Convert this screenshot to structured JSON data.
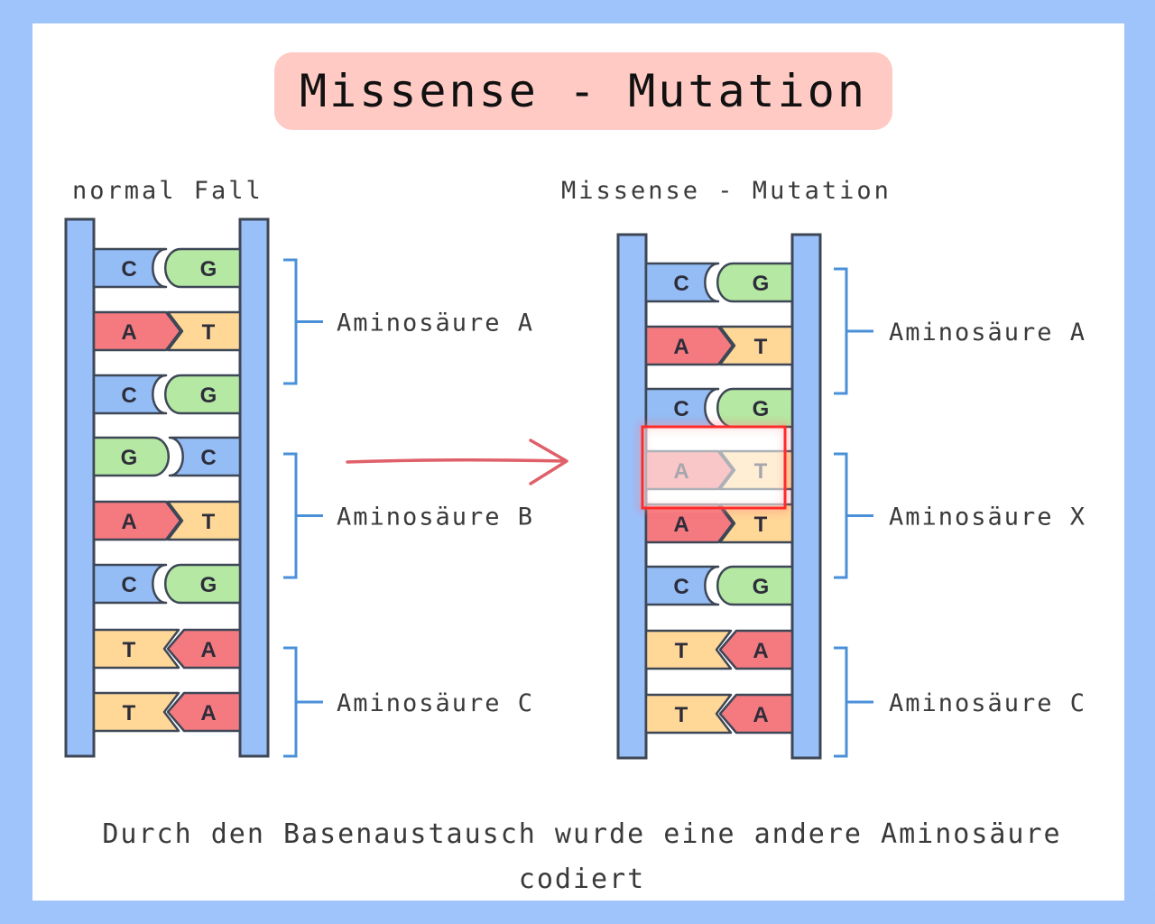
{
  "title": "Missense - Mutation",
  "left_heading": "normal Fall",
  "right_heading": "Missense - Mutation",
  "caption": "Durch den Basenaustausch wurde eine andere Aminosäure codiert",
  "colors": {
    "border": "#9fc3fb",
    "title_bg": "#ffcac4",
    "backbone": "#9ac0fa",
    "bracket": "#4a90d9",
    "arrow": "#e0606a",
    "highlight": "#ff2a2a",
    "base_C": "#94bdf5",
    "base_G": "#b5e8a2",
    "base_A": "#f47a80",
    "base_T": "#ffd898"
  },
  "normal_strand": {
    "pairs": [
      [
        "C",
        "G"
      ],
      [
        "A",
        "T"
      ],
      [
        "C",
        "G"
      ],
      [
        "G",
        "C"
      ],
      [
        "A",
        "T"
      ],
      [
        "C",
        "G"
      ],
      [
        "T",
        "A"
      ],
      [
        "T",
        "A"
      ]
    ],
    "amino_acids": [
      "Aminosäure A",
      "Aminosäure B",
      "Aminosäure C"
    ]
  },
  "mutated_strand": {
    "pairs": [
      [
        "C",
        "G"
      ],
      [
        "A",
        "T"
      ],
      [
        "C",
        "G"
      ],
      [
        "A",
        "T"
      ],
      [
        "A",
        "T"
      ],
      [
        "C",
        "G"
      ],
      [
        "T",
        "A"
      ],
      [
        "T",
        "A"
      ]
    ],
    "mutated_index": 3,
    "amino_acids": [
      "Aminosäure A",
      "Aminosäure X",
      "Aminosäure C"
    ]
  }
}
